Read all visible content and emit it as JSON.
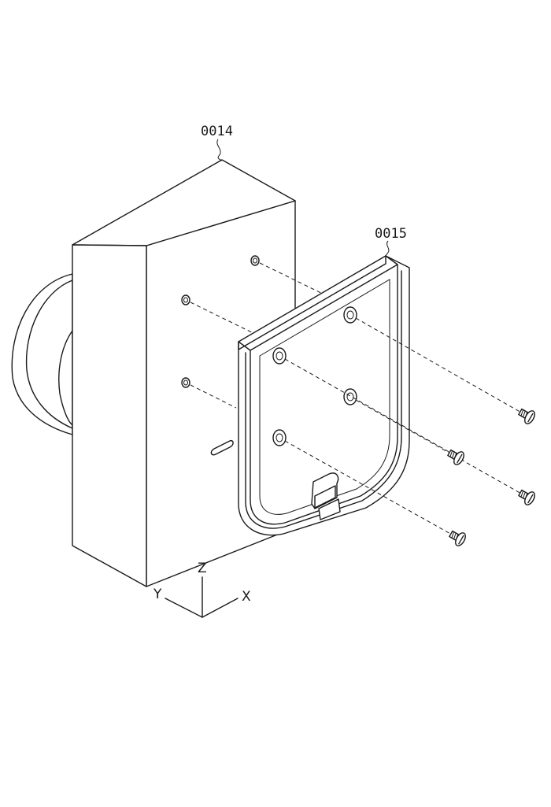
{
  "labels": {
    "housing": "0014",
    "bracket": "0015"
  },
  "axes": {
    "z": "Z",
    "y": "Y",
    "x": "X"
  }
}
